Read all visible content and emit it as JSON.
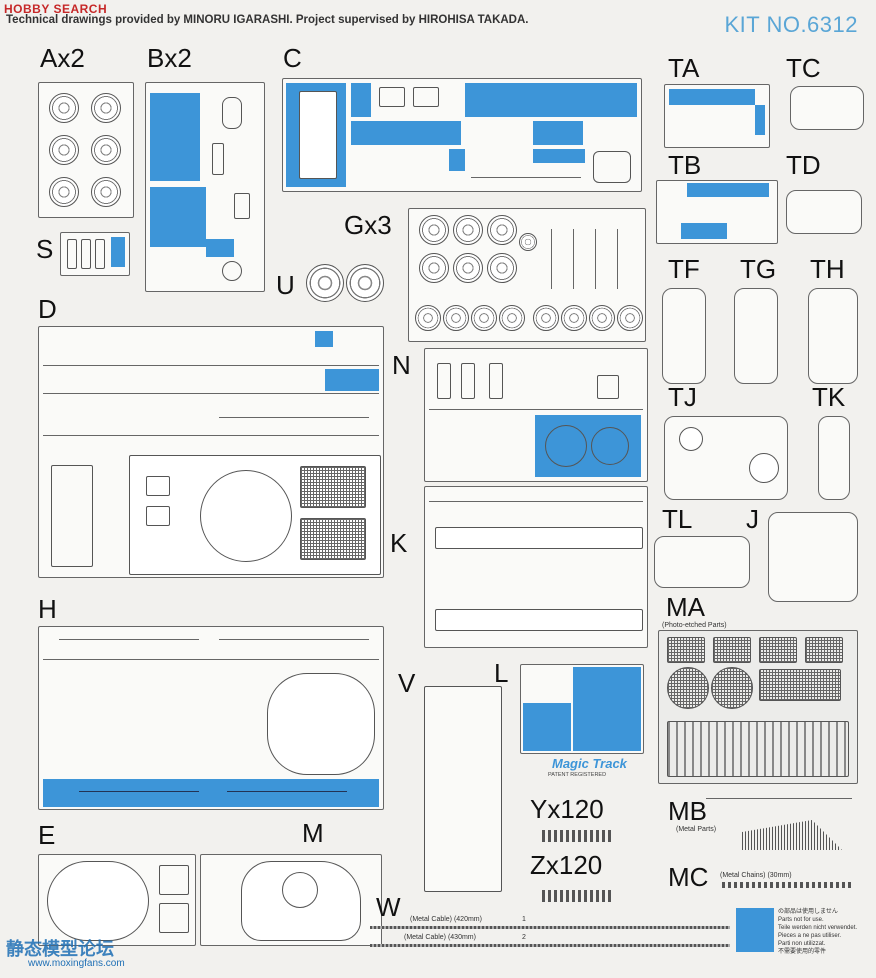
{
  "header": {
    "logo": "HOBBY SEARCH",
    "credit": "Technical drawings provided by MINORU IGARASHI. Project supervised by HIROHISA TAKADA.",
    "kit_number": "KIT NO.6312"
  },
  "sprues": {
    "A": "Ax2",
    "B": "Bx2",
    "C": "C",
    "S": "S",
    "U": "U",
    "G": "Gx3",
    "D": "D",
    "N": "N",
    "K": "K",
    "H": "H",
    "V": "V",
    "L": "L",
    "E": "E",
    "M": "M",
    "W": "W",
    "TA": "TA",
    "TB": "TB",
    "TC": "TC",
    "TD": "TD",
    "TF": "TF",
    "TG": "TG",
    "TH": "TH",
    "TJ": "TJ",
    "TK": "TK",
    "TL": "TL",
    "J": "J",
    "MA": "MA",
    "MB": "MB",
    "MC": "MC",
    "Y": "Yx120",
    "Z": "Zx120"
  },
  "captions": {
    "ma": "(Photo-etched Parts)",
    "mb": "(Metal Parts)",
    "mc": "(Metal Chains) (30mm)",
    "w1": "(Metal Cable) (420mm)",
    "w2": "(Metal Cable) (430mm)",
    "w1_num": "1",
    "w2_num": "2",
    "magic": "Magic Track",
    "patent": "PATENT REGISTERED"
  },
  "legend_note": [
    "の部品は使用しません",
    "Parts not for use.",
    "Teile werden nicht verwendet.",
    "Pieces a ne pas utiliser.",
    "Parti non utilizzat.",
    "不需要使用的零件"
  ],
  "watermark": {
    "text": "静态模型论坛",
    "url": "www.moxingfans.com"
  },
  "colors": {
    "unused_parts": "#3d95d8",
    "kit_number": "#5aa6d6"
  }
}
